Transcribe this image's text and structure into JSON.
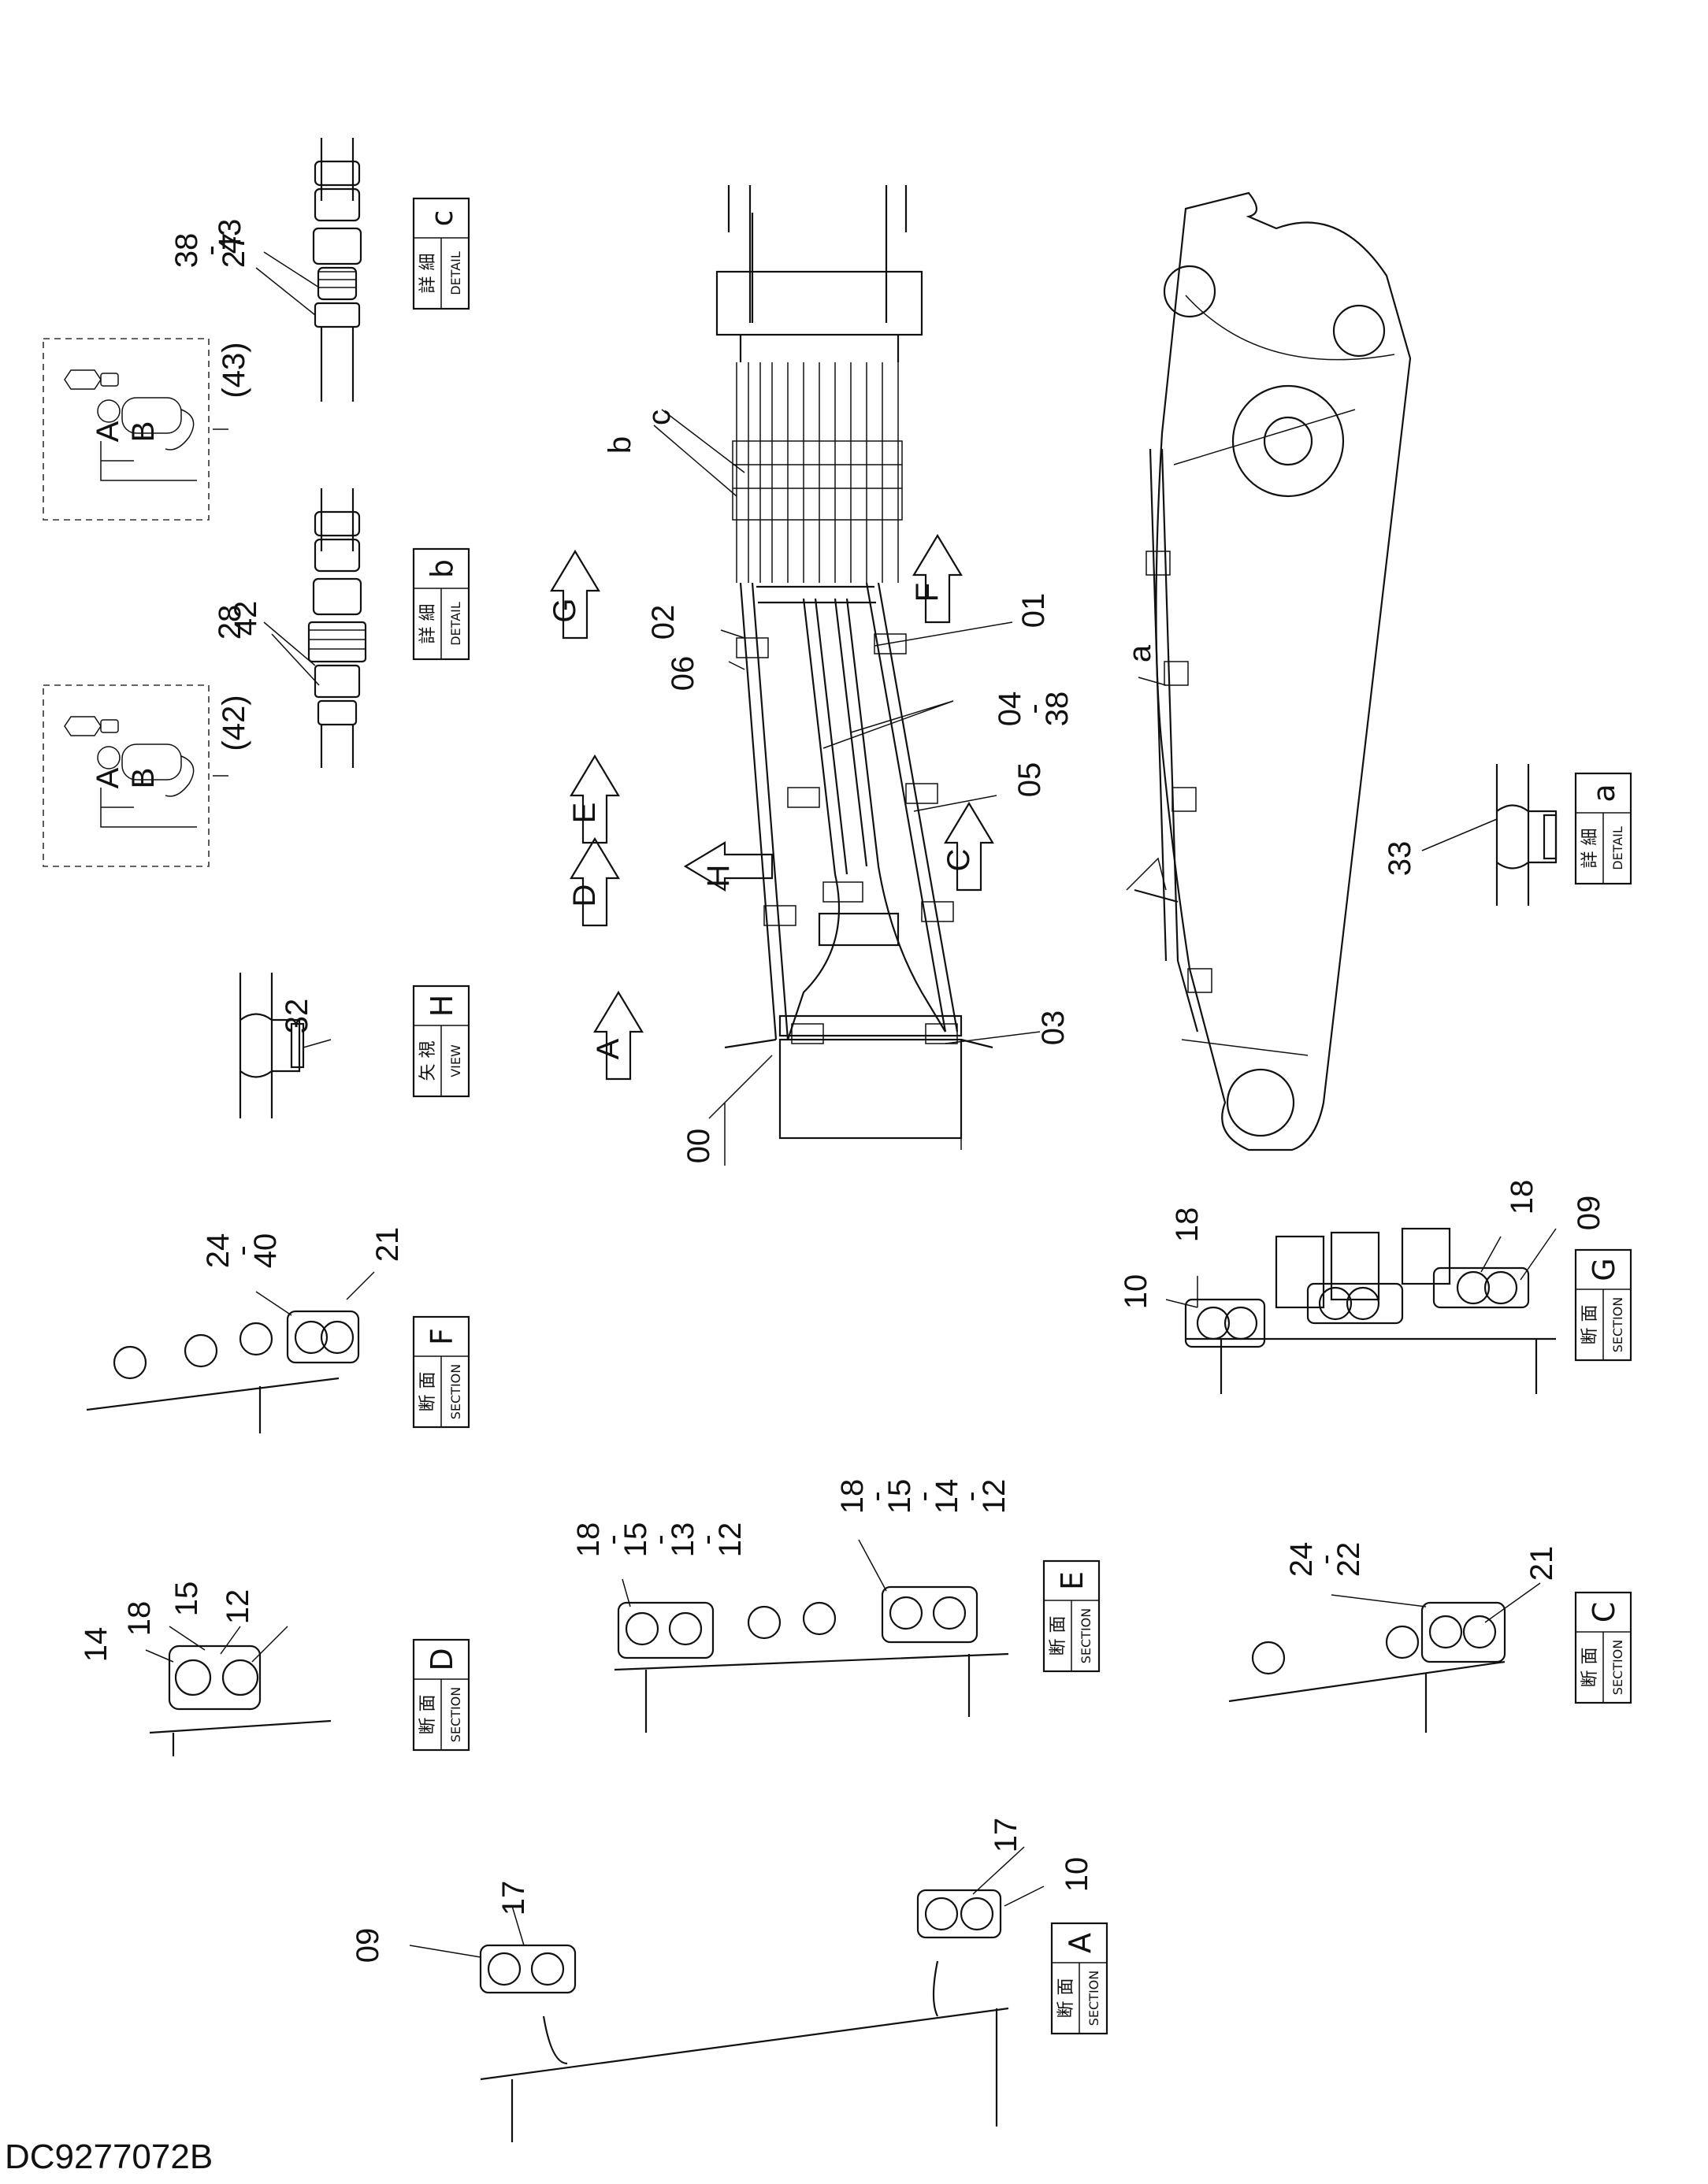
{
  "drawing_code": "DC9277072B",
  "section_ja": "断 面",
  "section_en": "SECTION",
  "detail_ja": "詳 細",
  "detail_en": "DETAIL",
  "view_ja": "矢 視",
  "view_en": "VIEW",
  "boxes": {
    "c": "c",
    "b": "b",
    "a": "a",
    "H": "H",
    "F": "F",
    "G": "G",
    "E": "E",
    "D": "D",
    "C": "C",
    "A": "A"
  },
  "arrows": {
    "G": "G",
    "E": "E",
    "D": "D",
    "H": "H",
    "A": "A",
    "F": "F",
    "C": "C"
  },
  "callouts": {
    "n38_27": "38\n-\n27",
    "n43": "43",
    "n28": "28",
    "n42": "42",
    "p43": "(43)",
    "p42": "(42)",
    "lA": "A",
    "lB": "B",
    "lA2": "A",
    "lB2": "B",
    "c": "c",
    "b": "b",
    "a": "a",
    "n02": "02",
    "n06": "06",
    "n01": "01",
    "n04_38": "04\n-\n38",
    "n05": "05",
    "n03": "03",
    "n00": "00",
    "n33": "33",
    "n32": "32",
    "n24_40": "24\n-\n40",
    "n21": "21",
    "n18a": "18",
    "n10": "10",
    "n18b": "18",
    "n09": "09",
    "n18_15_13_12": "18\n-\n15\n-\n13\n-\n12",
    "n18_15_14_12": "18\n-\n15\n-\n14\n-\n12",
    "n18c": "18",
    "n14": "14",
    "n15": "15",
    "n12": "12",
    "n24_22": "24\n-\n22",
    "n21b": "21",
    "n09b": "09",
    "n17a": "17",
    "n17b": "17",
    "n10b": "10"
  }
}
